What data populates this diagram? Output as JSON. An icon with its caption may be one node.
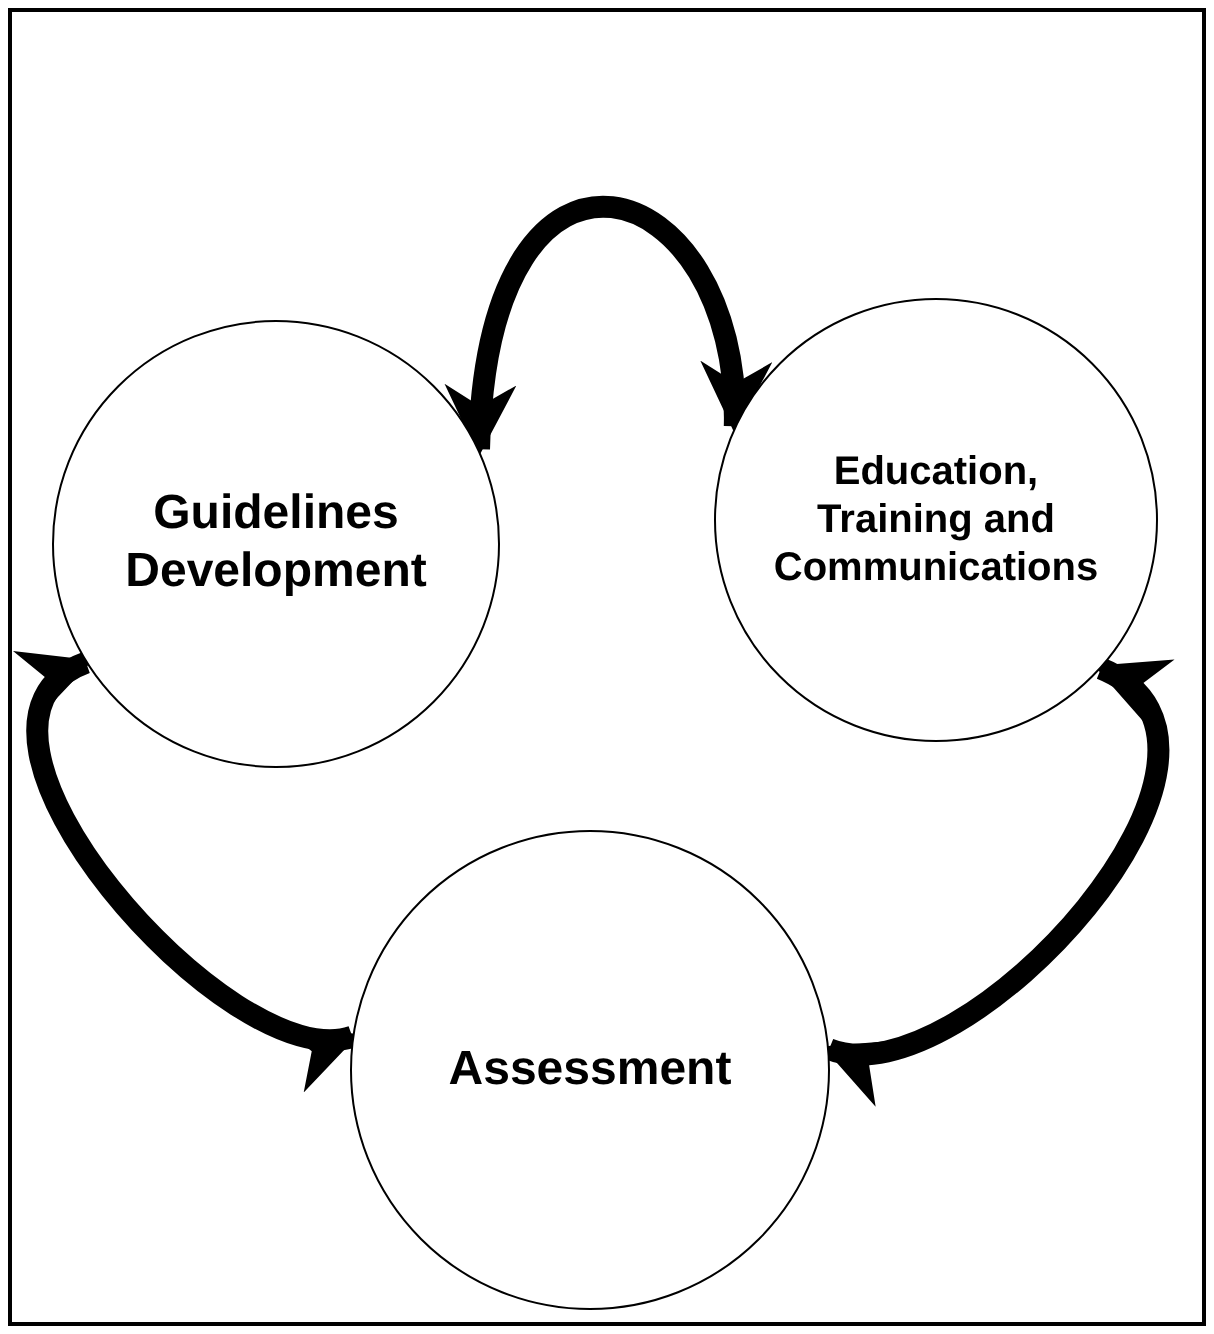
{
  "diagram": {
    "nodes": [
      {
        "text": [
          "Guidelines Development"
        ]
      },
      {
        "text": [
          "Education, Training and Communications"
        ]
      },
      {
        "text": [
          "Assessment"
        ]
      }
    ],
    "edges": [
      {
        "from": 0,
        "to": 1,
        "arrow": "both"
      },
      {
        "from": 0,
        "to": 2,
        "arrow": "both"
      },
      {
        "from": 1,
        "to": 2,
        "arrow": "both"
      }
    ]
  }
}
